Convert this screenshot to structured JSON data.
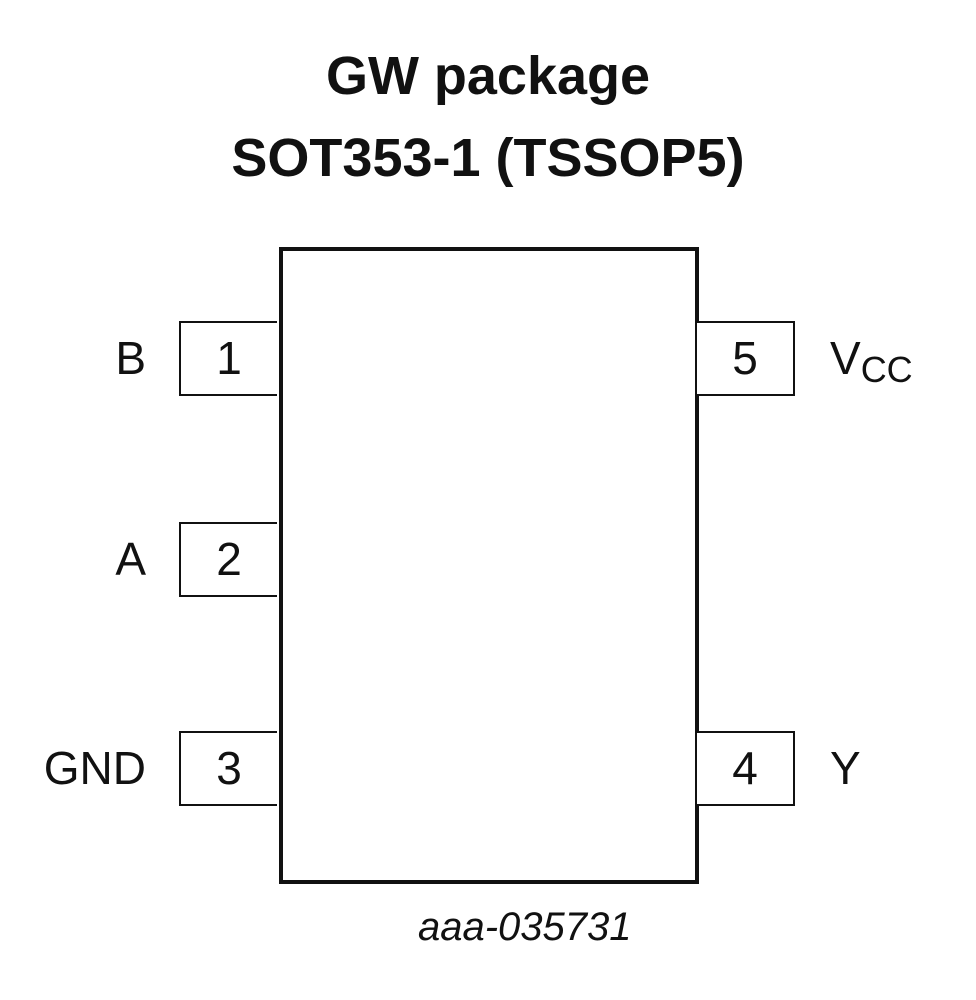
{
  "title": {
    "line1": "GW package",
    "line2": "SOT353-1 (TSSOP5)"
  },
  "pins": [
    {
      "number": "1",
      "label": "B",
      "side": "left"
    },
    {
      "number": "2",
      "label": "A",
      "side": "left"
    },
    {
      "number": "3",
      "label": "GND",
      "side": "left"
    },
    {
      "number": "4",
      "label": "Y",
      "side": "right"
    },
    {
      "number": "5",
      "label_main": "V",
      "label_sub": "CC",
      "side": "right"
    }
  ],
  "caption": "aaa-035731"
}
